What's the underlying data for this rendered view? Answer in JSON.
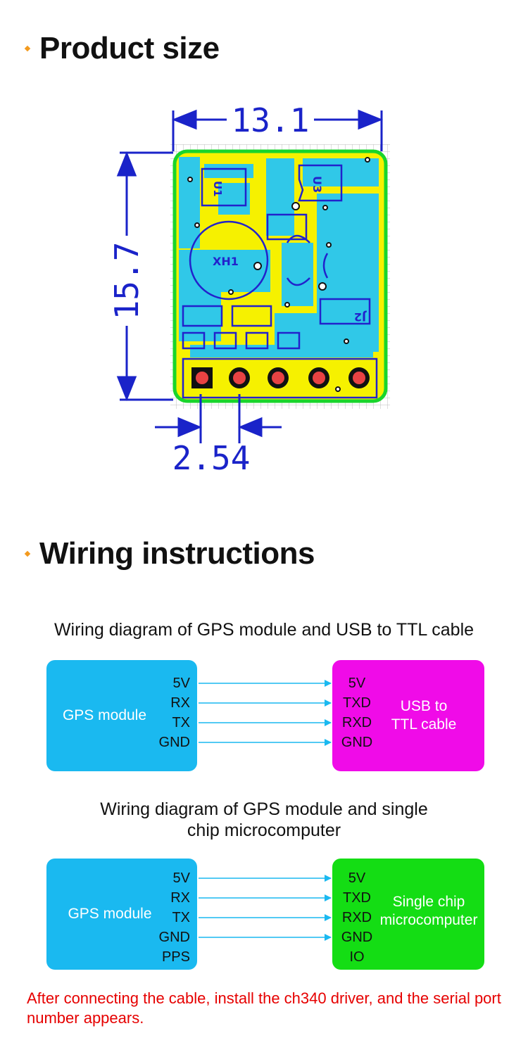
{
  "sections": {
    "product_size": {
      "title": "Product size"
    },
    "wiring": {
      "title": "Wiring instructions"
    }
  },
  "pcb": {
    "width_label": "13.1",
    "height_label": "15.7",
    "pitch_label": "2.54",
    "silkscreen": [
      "U1",
      "U3",
      "XH1",
      "J2"
    ]
  },
  "diagram1": {
    "caption": "Wiring diagram of GPS module and USB to TTL cable",
    "left_box": {
      "name": "GPS module",
      "color": "#1ab9f0",
      "pins": [
        "5V",
        "RX",
        "TX",
        "GND"
      ]
    },
    "right_box": {
      "name_line1": "USB to",
      "name_line2": "TTL cable",
      "color": "#f00be8",
      "pins": [
        "5V",
        "TXD",
        "RXD",
        "GND"
      ]
    }
  },
  "diagram2": {
    "caption_line1": "Wiring diagram of GPS module and single",
    "caption_line2": "chip microcomputer",
    "left_box": {
      "name": "GPS module",
      "color": "#1ab9f0",
      "pins": [
        "5V",
        "RX",
        "TX",
        "GND",
        "PPS"
      ]
    },
    "right_box": {
      "name_line1": "Single chip",
      "name_line2": "microcomputer",
      "color": "#14dd14",
      "pins": [
        "5V",
        "TXD",
        "RXD",
        "GND",
        "IO"
      ]
    }
  },
  "footnote": "After connecting the cable, install the ch340 driver, and the serial port number appears.",
  "colors": {
    "accent_bullet": "#f39a1e",
    "dimension_blue": "#1a23c9",
    "arrow": "#1ab9f0",
    "note_red": "#e60000"
  }
}
